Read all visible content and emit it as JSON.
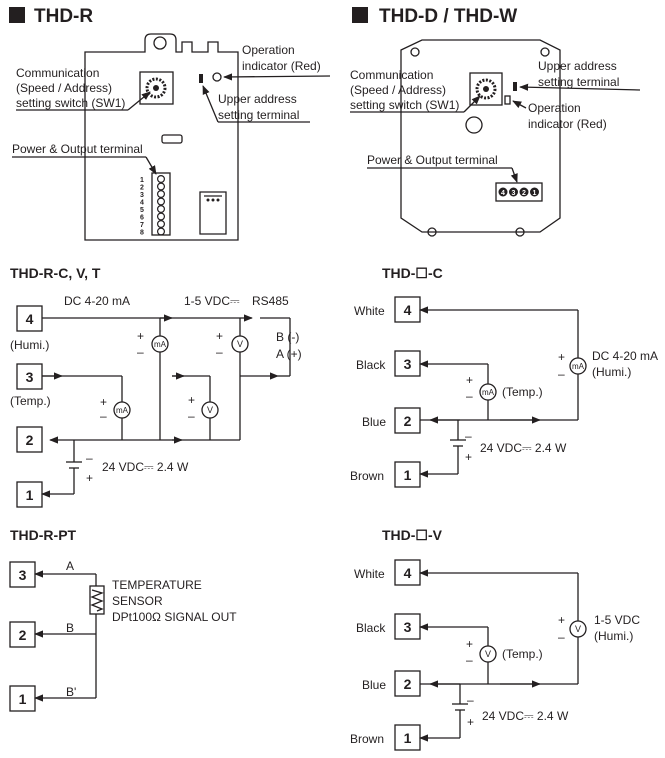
{
  "thd_r": {
    "heading": "THD-R",
    "sw_label": [
      "Communication",
      "(Speed / Address)",
      "setting switch (SW1)"
    ],
    "op_label": [
      "Operation",
      "indicator (Red)"
    ],
    "upper_label": [
      "Upper address",
      "setting terminal"
    ],
    "power_label": "Power & Output terminal",
    "terminal_nums": [
      "1",
      "2",
      "3",
      "4",
      "5",
      "6",
      "7",
      "8"
    ]
  },
  "thd_dw": {
    "heading": "THD-D / THD-W",
    "sw_label": [
      "Communication",
      "(Speed / Address)",
      "setting switch (SW1)"
    ],
    "upper_label": [
      "Upper address",
      "setting terminal"
    ],
    "op_label": [
      "Operation",
      "indicator (Red)"
    ],
    "power_label": "Power & Output terminal",
    "terminal_nums": [
      "4",
      "3",
      "2",
      "1"
    ]
  },
  "rcvt": {
    "title": "THD-R-C, V, T",
    "t4": "4",
    "t3": "3",
    "t2": "2",
    "t1": "1",
    "humi": "(Humi.)",
    "temp": "(Temp.)",
    "dc": "DC 4-20 mA",
    "vdc": "1-5 VDC⎓",
    "rs485": "RS485",
    "b": "B (-)",
    "a": "A (+)",
    "ma": "mA",
    "v": "V",
    "plus": "+",
    "minus": "–",
    "power": "24 VDC⎓ 2.4 W"
  },
  "pt": {
    "title": "THD-R-PT",
    "t3": "3",
    "t2": "2",
    "t1": "1",
    "a": "A",
    "b": "B",
    "bp": "B'",
    "sensor": [
      "TEMPERATURE",
      "SENSOR",
      "DPt100Ω SIGNAL OUT"
    ]
  },
  "c": {
    "title": "THD-☐-C",
    "white": "White",
    "black": "Black",
    "blue": "Blue",
    "brown": "Brown",
    "t4": "4",
    "t3": "3",
    "t2": "2",
    "t1": "1",
    "ma": "mA",
    "temp": "(Temp.)",
    "dc": "DC 4-20 mA",
    "humi": "(Humi.)",
    "plus": "+",
    "minus": "–",
    "power": "24 VDC⎓ 2.4 W"
  },
  "v": {
    "title": "THD-☐-V",
    "white": "White",
    "black": "Black",
    "blue": "Blue",
    "brown": "Brown",
    "t4": "4",
    "t3": "3",
    "t2": "2",
    "t1": "1",
    "v": "V",
    "temp": "(Temp.)",
    "vdc": "1-5 VDC",
    "humi": "(Humi.)",
    "plus": "+",
    "minus": "–",
    "power": "24 VDC⎓ 2.4 W"
  }
}
